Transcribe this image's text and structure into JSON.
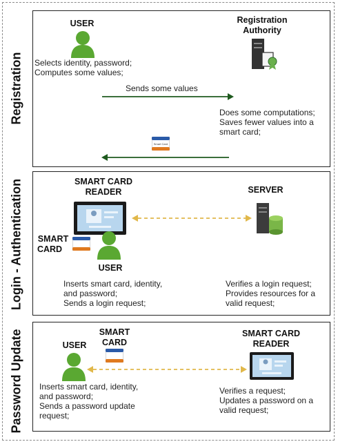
{
  "side_labels": {
    "registration": "Registration",
    "login": "Login - Authentication",
    "password": "Password Update"
  },
  "registration": {
    "user_title": "USER",
    "user_text": [
      "Selects identity, password;",
      "Computes some values;"
    ],
    "ra_title": [
      "Registration",
      "Authority"
    ],
    "arrow_label": "Sends some values",
    "ra_text": [
      "Does some computations;",
      "Saves fewer values into a",
      "smart card;"
    ],
    "card_label": "Smart Card"
  },
  "login": {
    "reader_title": [
      "SMART CARD",
      "READER"
    ],
    "server_title": "SERVER",
    "card_title": [
      "SMART",
      "CARD"
    ],
    "user_title": "USER",
    "user_text": [
      "Inserts smart card, identity,",
      "and password;",
      "Sends a login request;"
    ],
    "server_text": [
      "Verifies a login request;",
      "Provides resources for a",
      "valid request;"
    ]
  },
  "password": {
    "user_title": "USER",
    "card_title": [
      "SMART",
      "CARD"
    ],
    "reader_title": [
      "SMART CARD",
      "READER"
    ],
    "user_text": [
      "Inserts smart card, identity,",
      "and password;",
      "Sends a password update",
      "request;"
    ],
    "reader_text": [
      "Verifies a request;",
      "Updates a password on a",
      "valid request;"
    ]
  },
  "colors": {
    "user_green": "#5aa832",
    "arrow_green": "#1e5a1e",
    "dashed_gold": "#e1b84a",
    "server_gray": "#3c3c3c",
    "server_green": "#7ab648",
    "panel_border": "#222222"
  },
  "icons": [
    "user-icon",
    "registration-server-icon",
    "smart-card-icon",
    "card-reader-icon",
    "server-icon"
  ]
}
